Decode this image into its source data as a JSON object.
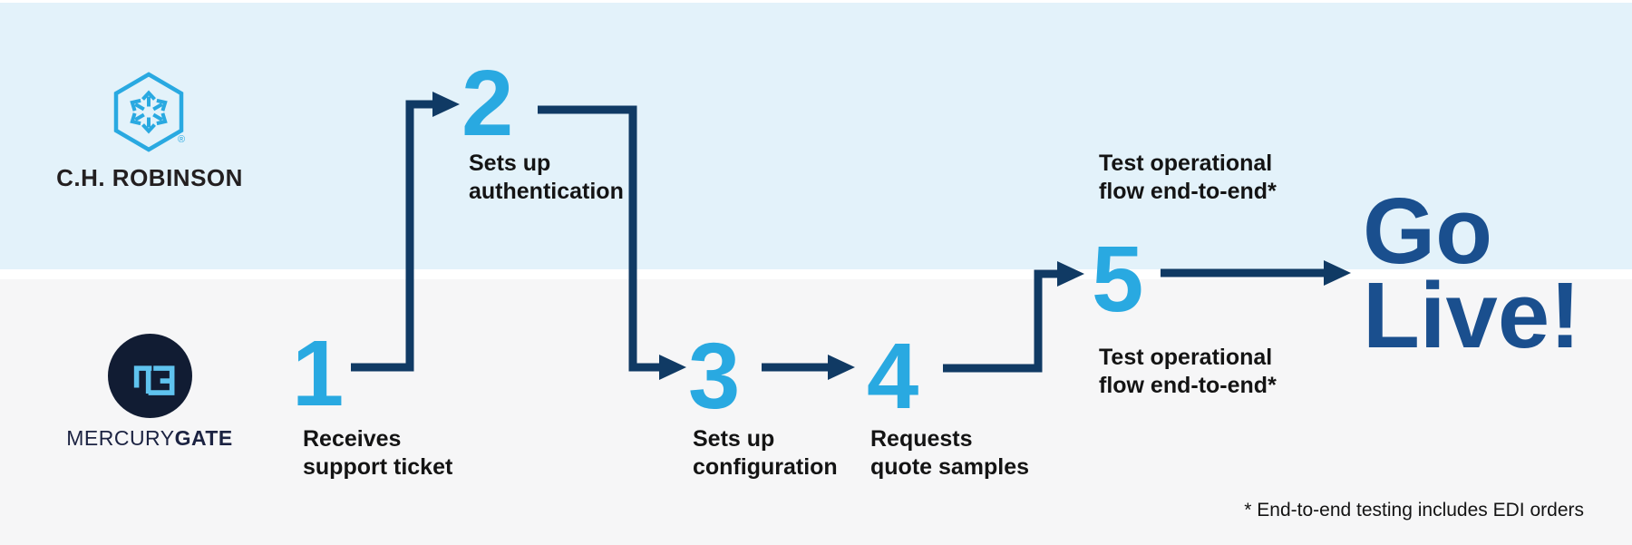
{
  "palette": {
    "top_bg": "#E3F2FA",
    "bottom_bg": "#F6F6F7",
    "divider": "#FFFFFF",
    "step_number": "#29A9E1",
    "arrow": "#103A64",
    "go_live": "#1A4F8E",
    "text": "#141414",
    "chr_blue": "#29A9E1",
    "chr_wordmark": "#231F20",
    "mg_circle": "#111C33",
    "mg_monogram": "#5FC3EF",
    "mg_wordmark": "#1C2342"
  },
  "companies": {
    "top": {
      "label": "C.H. ROBINSON",
      "registered_mark": "®",
      "logo_icon": "hexagon-arrows"
    },
    "bottom": {
      "label_light": "MERCURY",
      "label_bold": "GATE",
      "logo_icon": "mg-monogram-circle"
    }
  },
  "steps": [
    {
      "number": "1",
      "line1": "Receives",
      "line2": "support ticket",
      "lane": "bottom"
    },
    {
      "number": "2",
      "line1": "Sets up",
      "line2": "authentication",
      "lane": "top"
    },
    {
      "number": "3",
      "line1": "Sets up",
      "line2": "configuration",
      "lane": "bottom"
    },
    {
      "number": "4",
      "line1": "Requests",
      "line2": "quote samples",
      "lane": "bottom"
    },
    {
      "number": "5",
      "label_above_line1": "Test operational",
      "label_above_line2": "flow end-to-end*",
      "label_below_line1": "Test operational",
      "label_below_line2": "flow end-to-end*",
      "lane": "middle"
    }
  ],
  "go_live": {
    "line1": "Go",
    "line2": "Live!"
  },
  "footnote": "* End-to-end testing includes EDI orders"
}
